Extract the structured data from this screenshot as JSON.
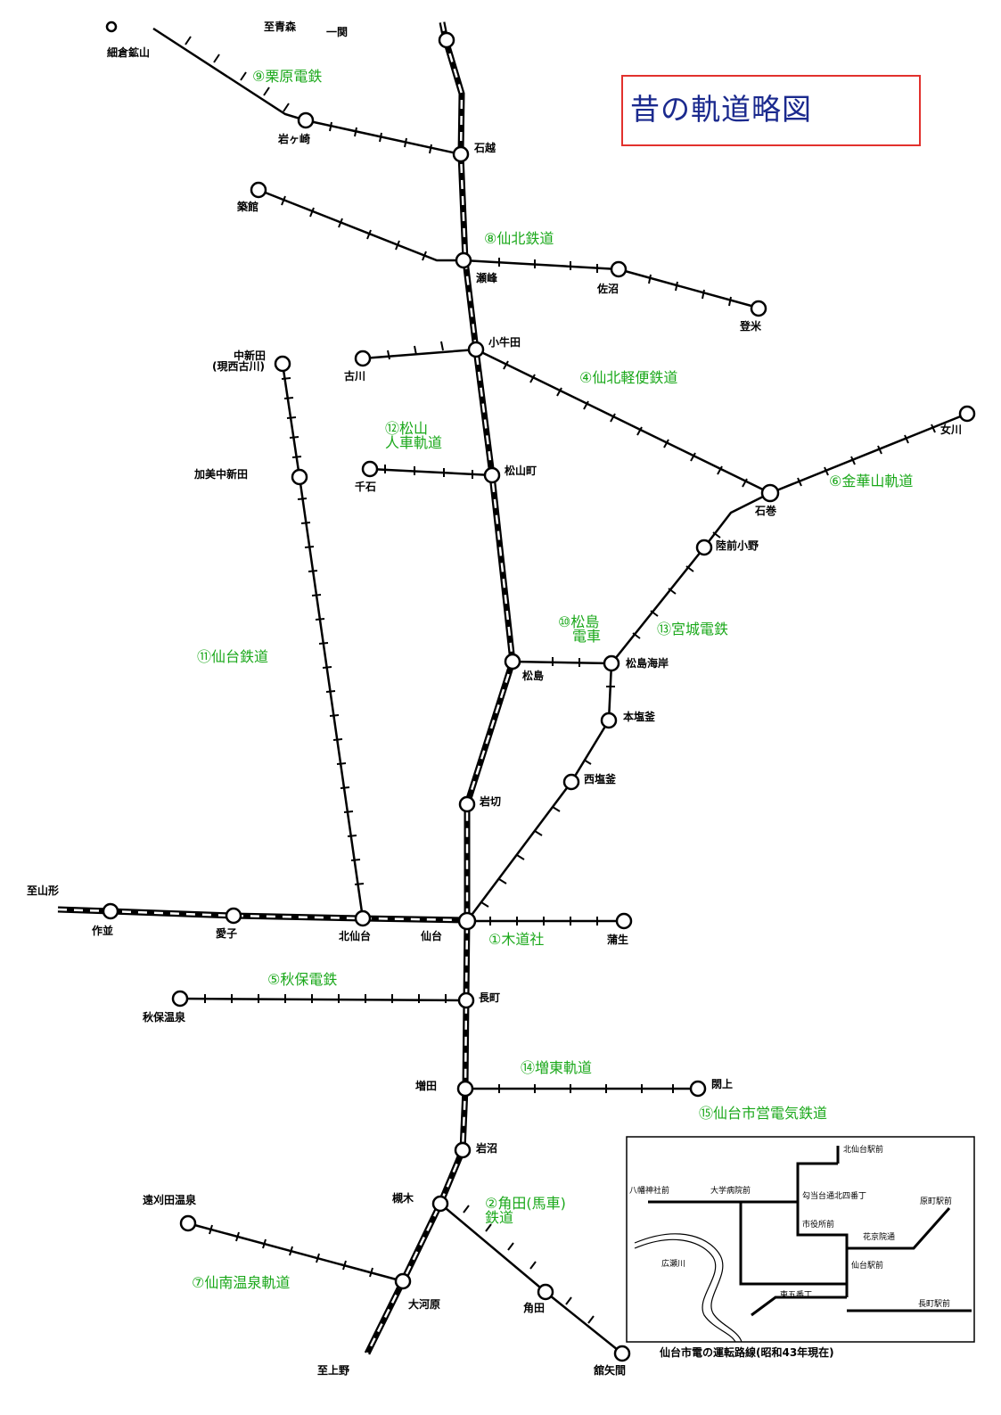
{
  "title": "昔の軌道略図",
  "colors": {
    "line": "#000000",
    "route_label": "#1aa81a",
    "title_text": "#1b2a8e",
    "title_border": "#e2312d"
  },
  "directions": {
    "aomori": "至青森",
    "ichinoseki": "一関",
    "yamagata": "至山形",
    "ueno": "至上野"
  },
  "routes": {
    "r1": "①木道社",
    "r2a": "②角田(馬車)",
    "r2b": "鉄道",
    "r4": "④仙北軽便鉄道",
    "r5": "⑤秋保電鉄",
    "r6": "⑥金華山軌道",
    "r7": "⑦仙南温泉軌道",
    "r8": "⑧仙北鉄道",
    "r9": "⑨栗原電鉄",
    "r10a": "⑩松島",
    "r10b": "電車",
    "r11": "⑪仙台鉄道",
    "r12a": "⑫松山",
    "r12b": "人車軌道",
    "r13": "⑬宮城電鉄",
    "r14": "⑭増東軌道",
    "r15": "⑮仙台市営電気鉄道"
  },
  "stations": {
    "hosokura": "細倉鉱山",
    "iwagasaki": "岩ヶ崎",
    "ishikoshi": "石越",
    "tsukidate": "築館",
    "semine": "瀬峰",
    "sanuma": "佐沼",
    "tome": "登米",
    "furukawa": "古川",
    "kogota": "小牛田",
    "nakaniida1": "中新田",
    "nakaniida2": "(現西古川)",
    "kamichuniida": "加美中新田",
    "sengoku": "千石",
    "matsuyamamachi": "松山町",
    "onagawa": "女川",
    "ishinomaki": "石巻",
    "rikuzenono": "陸前小野",
    "matsushima": "松島",
    "matsushimakaigan": "松島海岸",
    "honshiogama": "本塩釜",
    "nishishiogama": "西塩釜",
    "iwakiri": "岩切",
    "sakunami": "作並",
    "ayashi": "愛子",
    "kitasendai": "北仙台",
    "sendai": "仙台",
    "gamo": "蒲生",
    "nagamachi": "長町",
    "akiuonsen": "秋保温泉",
    "masuda": "増田",
    "yuriage": "閖上",
    "iwanuma": "岩沼",
    "tsukinoki": "槻木",
    "tokattaonsen": "遠刈田温泉",
    "ogawara": "大河原",
    "kakuda": "角田",
    "marumori": "舘矢間"
  },
  "inset": {
    "caption": "仙台市電の運転路線(昭和43年現在)",
    "labels": {
      "kitasendaiekimae": "北仙台駅前",
      "hachimanjinja": "八幡神社前",
      "daigakubyoin": "大学病院前",
      "kotodai": "勾当台通北四番丁",
      "haramachi": "原町駅前",
      "shiyakusho": "市役所前",
      "kashoin": "花京院通",
      "hirosegawa": "広瀬川",
      "sendaiekimae": "仙台駅前",
      "higashigoban": "東五番丁",
      "nagamachiekimae": "長町駅前"
    }
  }
}
